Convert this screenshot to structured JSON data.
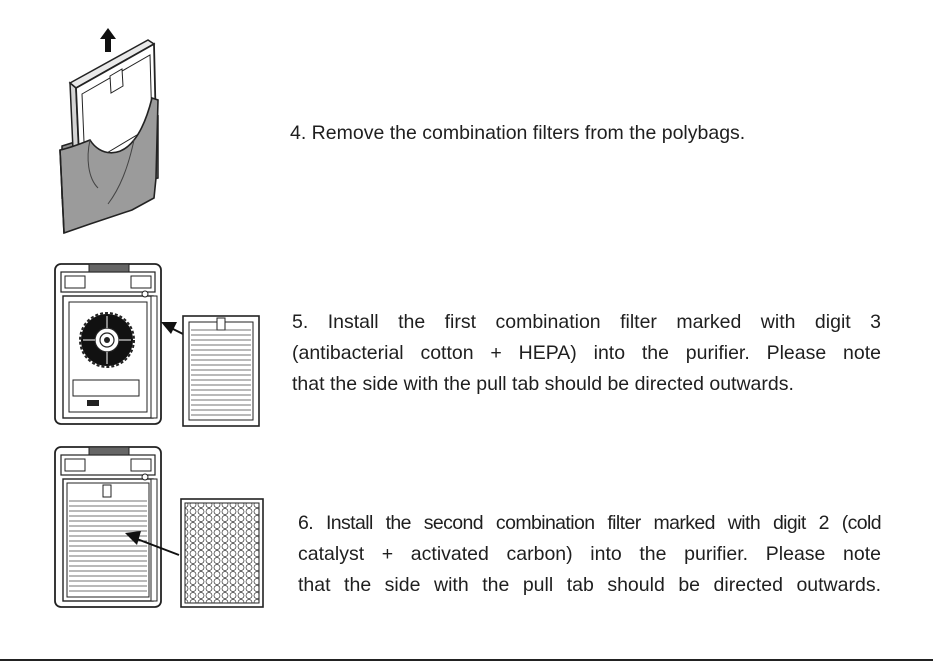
{
  "steps": [
    {
      "lines": [
        "4. Remove the combination filters from the polybags."
      ]
    },
    {
      "lines": [
        "5. Install the first combination filter marked with digit 3",
        "(antibacterial cotton + HEPA) into the purifier. Please note",
        "that the side with the pull tab should be directed outwards."
      ]
    },
    {
      "lines": [
        "6. Install the second combination filter marked with digit 2 (cold",
        "catalyst + activated carbon) into the purifier. Please note",
        "that the side with the pull tab should be directed outwards."
      ]
    }
  ]
}
